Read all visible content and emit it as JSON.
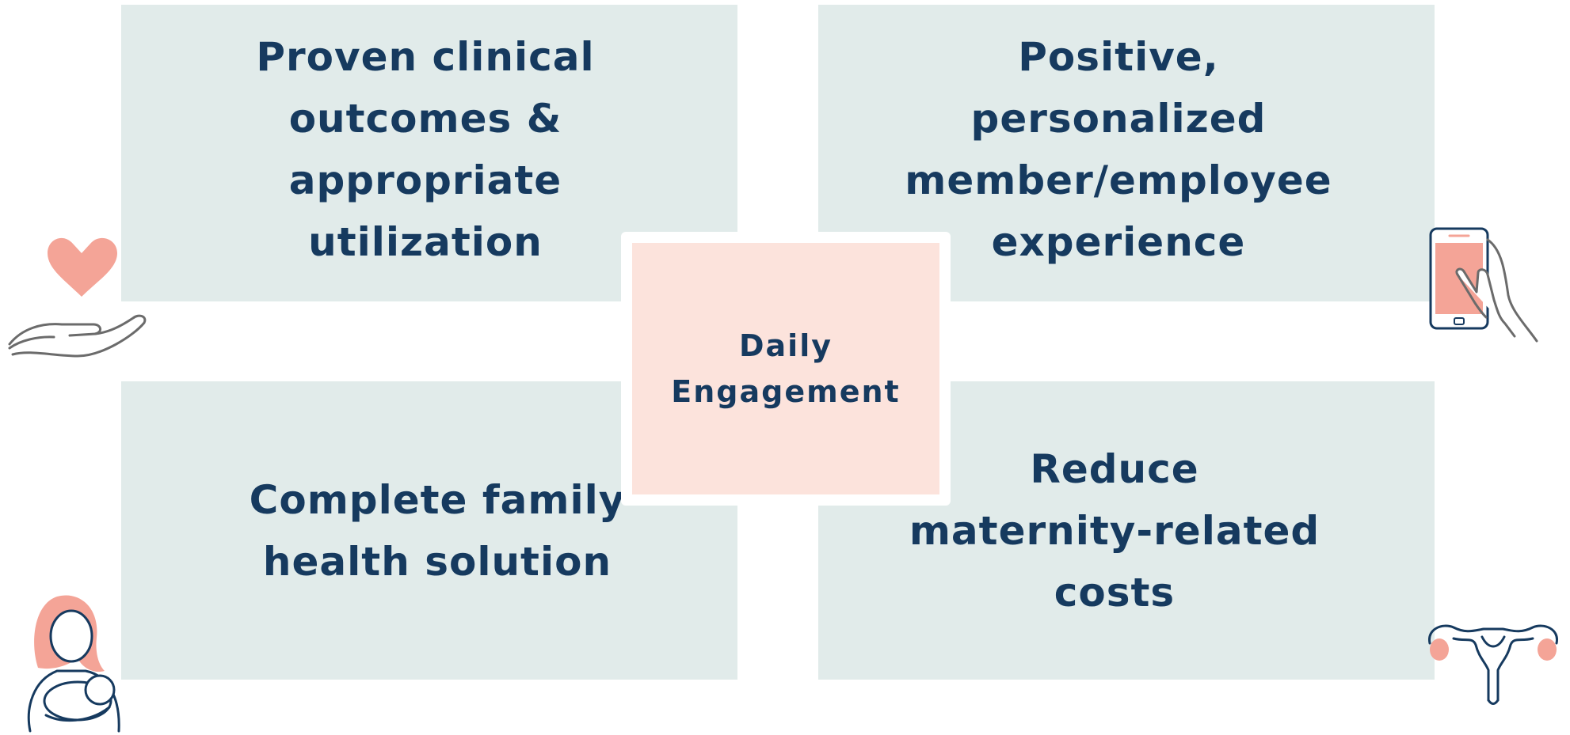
{
  "quadrants": {
    "top_left": [
      "Proven clinical",
      "outcomes &",
      "appropriate",
      "utilization"
    ],
    "top_right": [
      "Positive,",
      "personalized",
      "member/employee",
      "experience"
    ],
    "bottom_left": [
      "Complete family",
      "health solution"
    ],
    "bottom_right": [
      "Reduce",
      "maternity-related",
      "costs"
    ]
  },
  "center": {
    "line1": "Daily",
    "line2": "Engagement"
  },
  "icons": {
    "top_left": "heart-in-hand-icon",
    "top_right": "smartphone-tap-icon",
    "bottom_left": "mother-with-baby-icon",
    "bottom_right": "uterus-icon"
  },
  "colors": {
    "quadrant_bg": "#e1ebea",
    "center_bg": "#fce3dc",
    "text": "#163a5f",
    "accent": "#f4a497",
    "icon_line": "#6b6b6b"
  }
}
